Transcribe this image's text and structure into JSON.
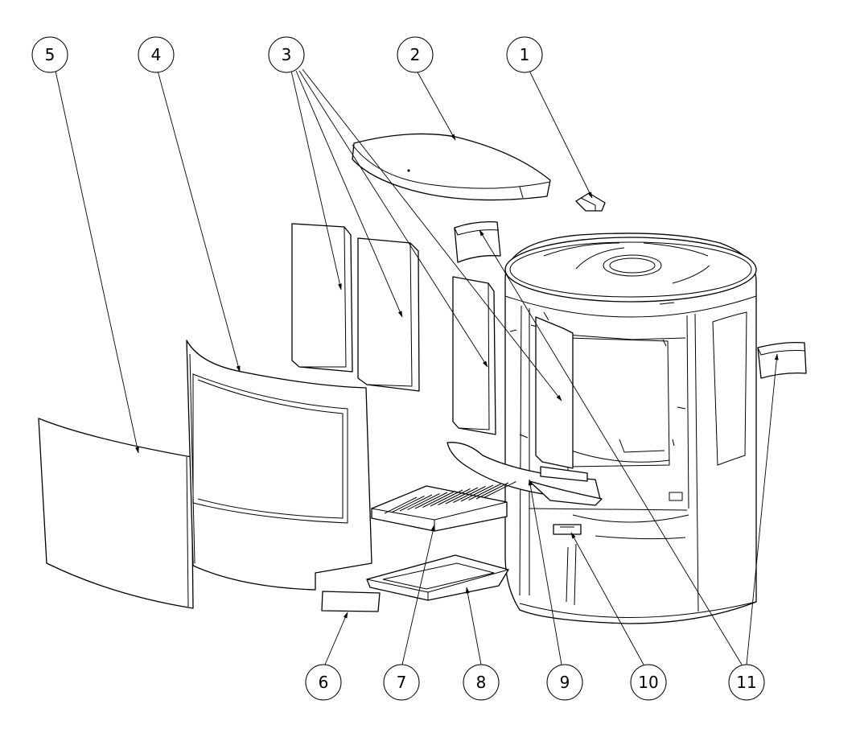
{
  "highlight_color": "#ff0000",
  "callouts": [
    {
      "id": "5",
      "label": "5"
    },
    {
      "id": "4",
      "label": "4"
    },
    {
      "id": "3",
      "label": "3"
    },
    {
      "id": "2",
      "label": "2"
    },
    {
      "id": "1",
      "label": "1"
    },
    {
      "id": "6",
      "label": "6"
    },
    {
      "id": "7",
      "label": "7"
    },
    {
      "id": "8",
      "label": "8"
    },
    {
      "id": "9",
      "label": "9"
    },
    {
      "id": "10",
      "label": "10"
    },
    {
      "id": "11",
      "label": "11"
    }
  ]
}
